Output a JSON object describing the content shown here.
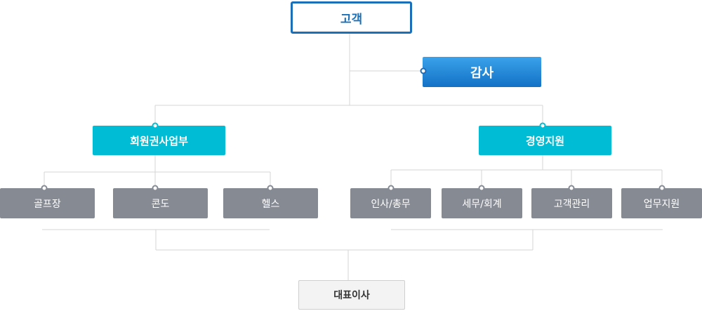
{
  "customer": "고객",
  "audit": "감사",
  "divisions": [
    {
      "label": "회원권사업부",
      "teams": [
        "골프장",
        "콘도",
        "헬스"
      ]
    },
    {
      "label": "경영지원",
      "teams": [
        "인사/총무",
        "세무/회계",
        "고객관리",
        "업무지원"
      ]
    }
  ],
  "ceo": "대표이사",
  "colors": {
    "customer_border": "#1a6fb8",
    "audit": "#1e88d8",
    "division": "#00bcd4",
    "team": "#858a93",
    "line": "#d5d5d5"
  }
}
